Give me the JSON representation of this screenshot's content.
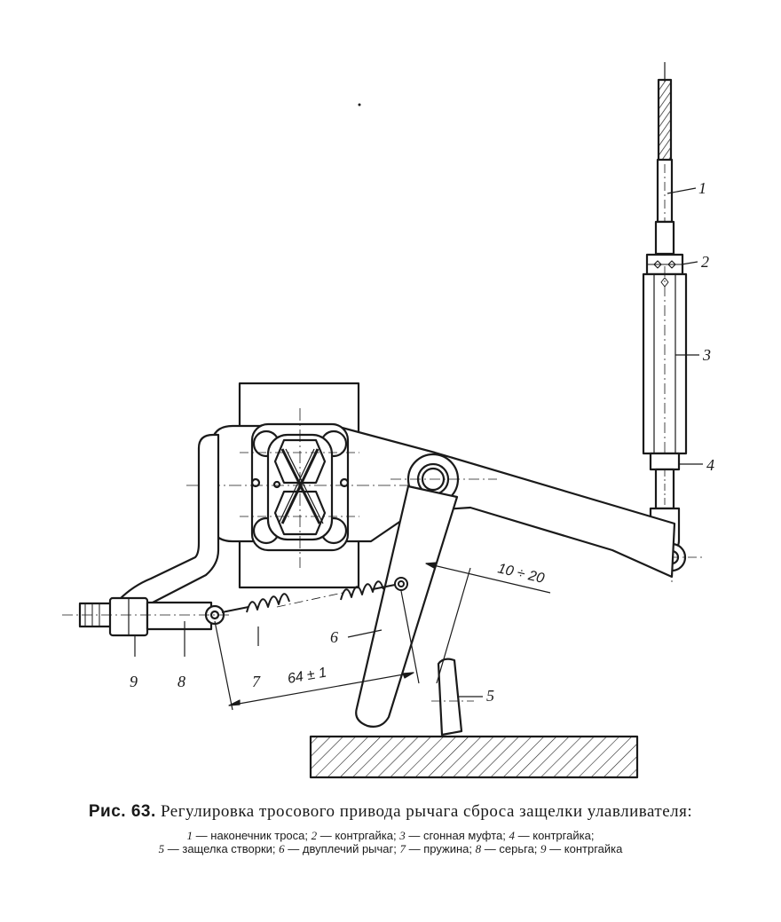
{
  "figure": {
    "labels": {
      "l1": "1",
      "l2": "2",
      "l3": "3",
      "l4": "4",
      "l5": "5",
      "l6": "6",
      "l7": "7",
      "l8": "8",
      "l9": "9"
    },
    "dimensions": {
      "gap": "10 ÷ 20",
      "spring_length": "64 ± 1"
    }
  },
  "caption": {
    "fig_number": "Рис. 63.",
    "title": "Регулировка тросового привода рычага сброса защелки улавливателя:",
    "legend": [
      {
        "num": "1",
        "text": "— наконечник троса;"
      },
      {
        "num": "2",
        "text": "— контргайка;"
      },
      {
        "num": "3",
        "text": "— сгонная муфта;"
      },
      {
        "num": "4",
        "text": "— контргайка;"
      },
      {
        "num": "5",
        "text": "— защелка створки;"
      },
      {
        "num": "6",
        "text": "— двуплечий рычаг;"
      },
      {
        "num": "7",
        "text": "— пружина;"
      },
      {
        "num": "8",
        "text": "— серьга;"
      },
      {
        "num": "9",
        "text": "— контргайка"
      }
    ]
  }
}
